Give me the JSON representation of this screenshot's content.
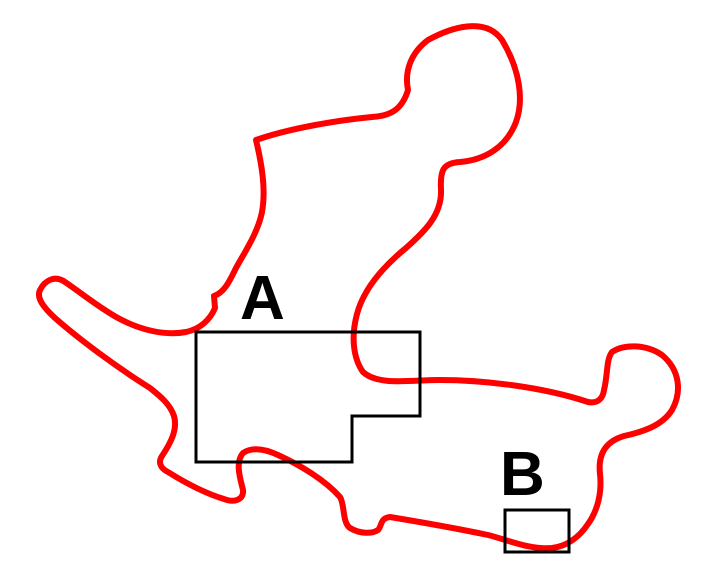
{
  "colors": {
    "background": "#ffffff",
    "outline": "#ff0000",
    "box_stroke": "#000000",
    "label": "#000000"
  },
  "regions": [
    {
      "id": "A",
      "label": "A"
    },
    {
      "id": "B",
      "label": "B"
    }
  ]
}
